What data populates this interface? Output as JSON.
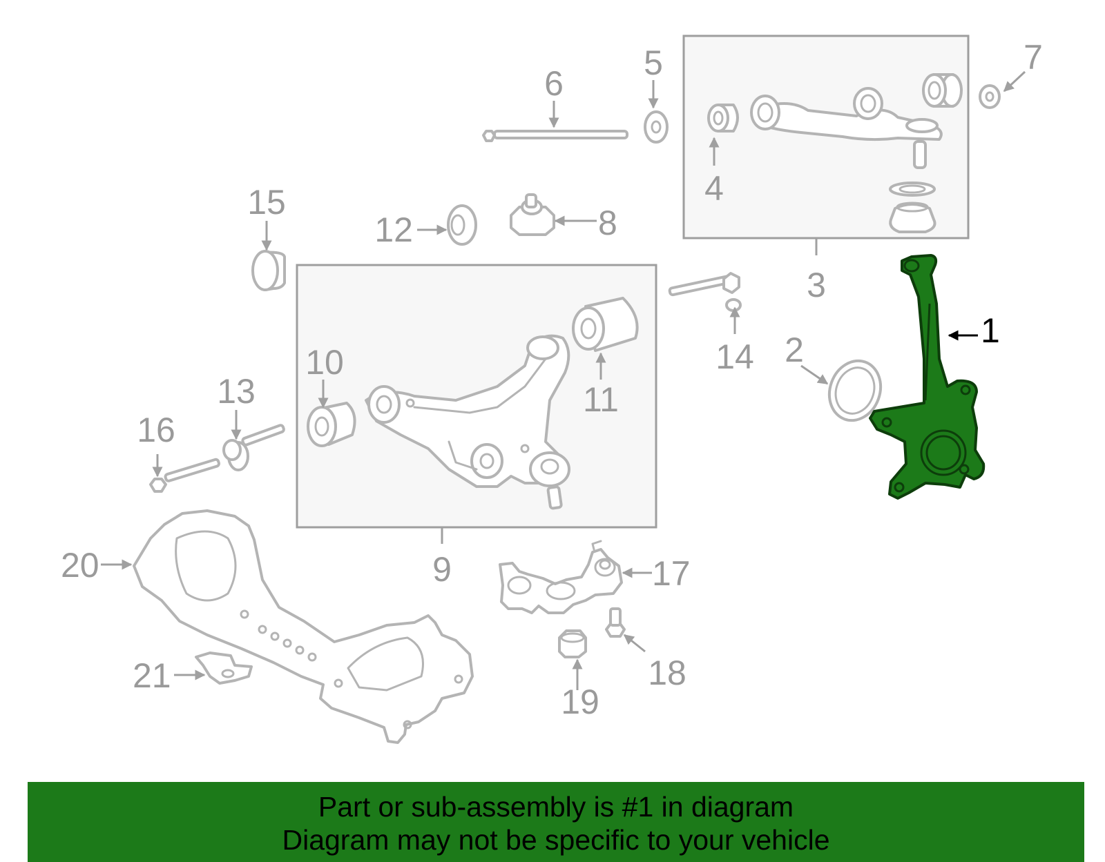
{
  "diagram": {
    "highlight_color": "#1c7a19",
    "callouts": [
      "1",
      "2",
      "3",
      "4",
      "5",
      "6",
      "7",
      "8",
      "9",
      "10",
      "11",
      "12",
      "13",
      "14",
      "15",
      "16",
      "17",
      "18",
      "19",
      "20",
      "21"
    ],
    "highlighted_part": "1"
  },
  "banner": {
    "line1": "Part or sub-assembly is #1 in diagram",
    "line2": "Diagram may not be specific to your vehicle"
  }
}
